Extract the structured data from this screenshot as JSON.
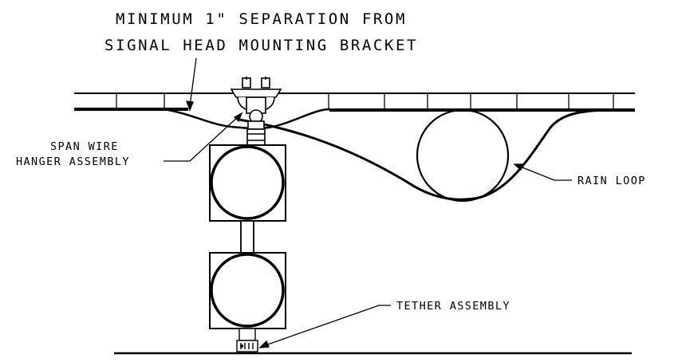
{
  "labels": {
    "separation_line1": "MINIMUM 1\" SEPARATION FROM",
    "separation_line2": "SIGNAL HEAD MOUNTING BRACKET",
    "span_wire_line1": "SPAN WIRE",
    "span_wire_line2": "HANGER ASSEMBLY",
    "rain_loop": "RAIN LOOP",
    "tether": "TETHER ASSEMBLY"
  },
  "colors": {
    "line": "#000000",
    "background": "#ffffff"
  }
}
